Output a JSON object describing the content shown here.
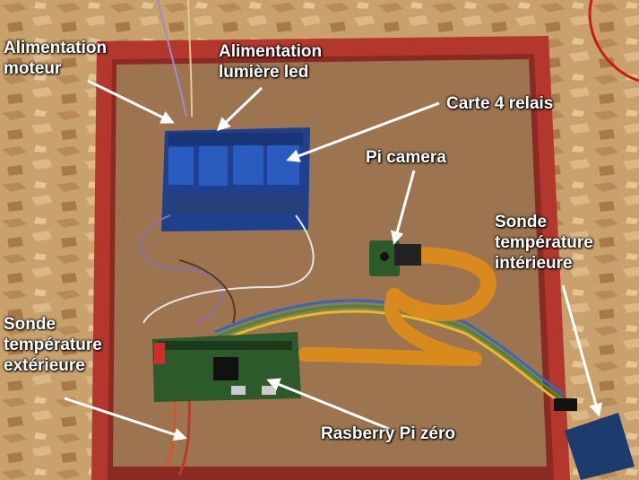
{
  "labels": {
    "alim_moteur": "Alimentation\nmoteur",
    "alim_led": "Alimentation\nlumière led",
    "relais": "Carte 4 relais",
    "camera": "Pi camera",
    "sonde_int": "Sonde\ntempérature\nintérieure",
    "sonde_ext": "Sonde\ntempérature\nextérieure",
    "rpi": "Rasberry Pi zéro"
  },
  "colors": {
    "osb": "#c8a16c",
    "box_frame": "#b3372c",
    "box_floor": "#9c7550",
    "relay_board": "#1f3f8f",
    "relay_block": "#2a5bbf",
    "ribbon": "#d98a1c",
    "pcb_green": "#2d5a2a",
    "arrow": "#ffffff"
  }
}
